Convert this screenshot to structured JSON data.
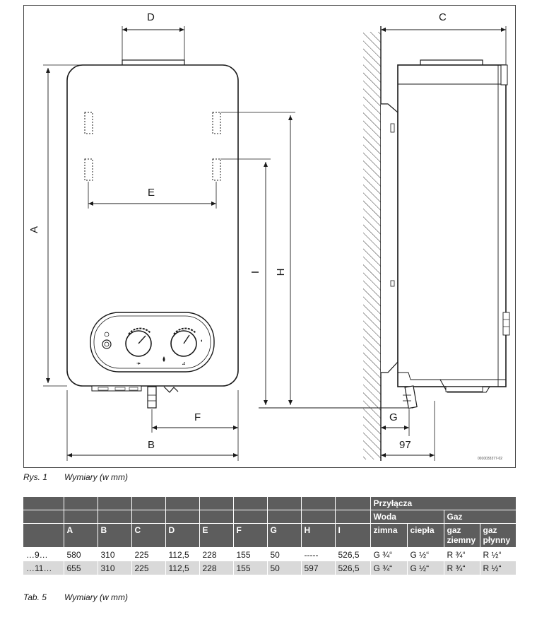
{
  "figure": {
    "labels": {
      "A": "A",
      "B": "B",
      "C": "C",
      "D": "D",
      "E": "E",
      "F": "F",
      "G": "G",
      "H": "H",
      "I": "I",
      "dim97": "97"
    },
    "code": "0010033377-02",
    "caption_num": "Rys. 1",
    "caption_text": "Wymiary (w mm)"
  },
  "table": {
    "group_header": "Przyłącza",
    "woda": "Woda",
    "gaz": "Gaz",
    "columns": [
      "",
      "A",
      "B",
      "C",
      "D",
      "E",
      "F",
      "G",
      "H",
      "I",
      "zimna",
      "ciepła",
      "gaz ziemny",
      "gaz płynny"
    ],
    "rows": [
      [
        "…9…",
        "580",
        "310",
        "225",
        "112,5",
        "228",
        "155",
        "50",
        "-----",
        "526,5",
        "G ¾“",
        "G ½“",
        "R ¾“",
        "R ½“"
      ],
      [
        "…11…",
        "655",
        "310",
        "225",
        "112,5",
        "228",
        "155",
        "50",
        "597",
        "526,5",
        "G ¾“",
        "G ½“",
        "R ¾“",
        "R ½“"
      ]
    ],
    "caption_num": "Tab. 5",
    "caption_text": "Wymiary (w mm)"
  }
}
